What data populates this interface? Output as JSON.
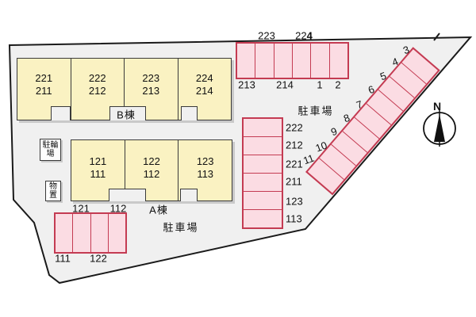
{
  "plan": {
    "north_label": "N",
    "parking_area_right": "駐車場",
    "parking_area_bottom": "駐車場"
  },
  "buildings": {
    "b": {
      "name": "B棟",
      "units": [
        {
          "upper": "221",
          "lower": "211"
        },
        {
          "upper": "222",
          "lower": "212"
        },
        {
          "upper": "223",
          "lower": "213"
        },
        {
          "upper": "224",
          "lower": "214"
        }
      ]
    },
    "a": {
      "name": "A棟",
      "units": [
        {
          "upper": "121",
          "lower": "111"
        },
        {
          "upper": "122",
          "lower": "112"
        },
        {
          "upper": "123",
          "lower": "113"
        }
      ]
    }
  },
  "facilities": {
    "bicycle_parking": {
      "line1": "駐輪",
      "line2": "場"
    },
    "storage": {
      "line1": "物",
      "line2": "置"
    }
  },
  "parking": {
    "top_row": {
      "above": [
        {
          "normal": "223",
          "bold": ""
        },
        {
          "normal": "22",
          "bold": "4"
        }
      ],
      "below": [
        "213",
        "214",
        "1",
        "2"
      ],
      "space_count": 6
    },
    "middle_column": {
      "labels": [
        "222",
        "212",
        "221",
        "211",
        "123",
        "113"
      ],
      "space_count": 6
    },
    "diagonal_row": {
      "labels": [
        "3",
        "4",
        "5",
        "6",
        "7",
        "8",
        "9",
        "10",
        "11"
      ],
      "space_count": 9
    },
    "bottom_row": {
      "above": [
        "121",
        "112"
      ],
      "below": [
        "111",
        "122"
      ],
      "space_count": 4
    }
  },
  "colors": {
    "site_fill": "#f0f0f0",
    "building_fill": "#faf2c2",
    "parking_fill": "#fbdce3",
    "parking_border": "#c43b52",
    "outline": "#1a1a1a"
  }
}
